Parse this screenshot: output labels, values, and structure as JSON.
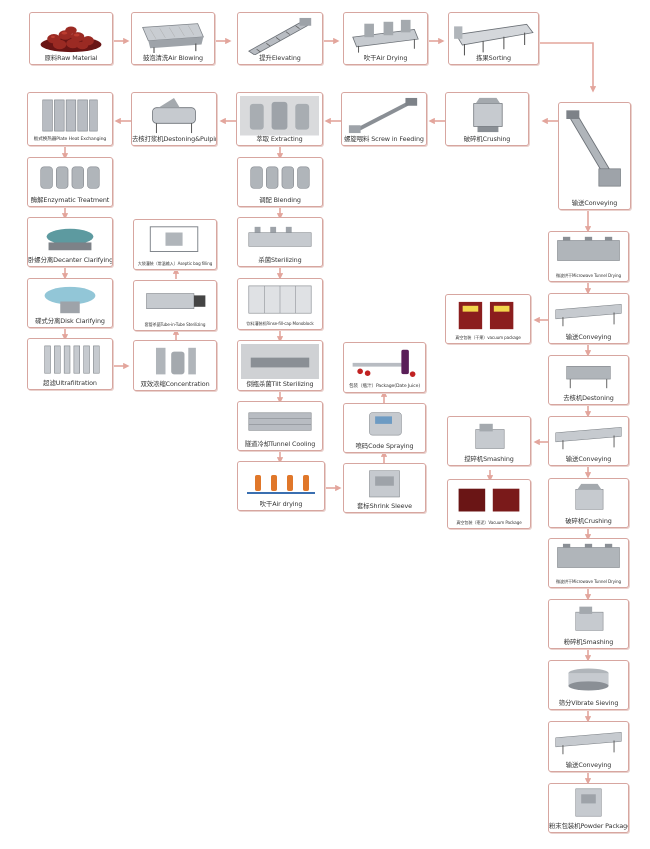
{
  "nodes": {
    "raw_material": "原料Raw Material",
    "air_blowing": "鼓泡清洗Air Blowing",
    "elevating": "提升Elevating",
    "air_drying_1": "吹干Air Drying",
    "sorting": "拣果Sorting",
    "conveying_main": "输送Conveying",
    "crushing_1": "破碎机Crushing",
    "screw_feeding": "螺旋喂料 Screw in Feeding",
    "extracting": "萃取 Extracting",
    "destoning_pulping": "去核打浆机Destoning&Pulping",
    "plate_heat": "板式换热器Plate Heat Exchanging",
    "enzymatic": "酶解Enzymatic Treatment",
    "decanter": "卧螺分离Decanter Clarifying",
    "disk_clarifying": "碟式分离Disk Clarifying",
    "ultrafiltration": "超滤Ultrafiltration",
    "concentration": "双效浓缩Concentration",
    "tube_sterilizing": "套管杀菌Tube-in-Tube Sterilizing",
    "aseptic_bag": "大袋灌装（常温输入）Aseptic bag filling",
    "blending": "调配 Blending",
    "sterilizing": "杀菌Sterilizing",
    "monoblock": "饮料灌装机Rinse-fill-cap Monoblock",
    "tilt_sterilizing": "倒瓶杀菌Tilt Sterilizing",
    "tunnel_cooling": "隧道冷却Tunnel Cooling",
    "air_drying_2": "吹干Air drying",
    "shrink_sleeve": "套标Shrink Sleeve",
    "code_spraying": "喷码Code Spraying",
    "package_juice": "包装（瓶汁）Package(Date Juice)",
    "microwave_1": "微波烘干Microwave Tunnel Drying",
    "conveying_r2": "输送Conveying",
    "vacuum_package_1": "真空包装（干果）vacuum package",
    "destoning": "去核机Destoning",
    "conveying_r4": "输送Conveying",
    "smashing_1": "搅碎机Smashing",
    "vacuum_package_2": "真空包装（枣泥）Vacuum Package",
    "crushing_2": "破碎机Crushing",
    "microwave_2": "微波烘干Microwave Tunnel Drying",
    "smashing_2": "粉碎机Smashing",
    "vibrate_sieving": "筛分Vibrate Sieving",
    "conveying_r9": "输送Conveying",
    "powder_package": "粉末包装机Powder Package"
  },
  "colors": {
    "border": "#d7a6a0",
    "arrow": "#e3a59c",
    "steel": "#b8bcc2",
    "steel_dark": "#7d8288",
    "dates": "#8b1e1e"
  }
}
